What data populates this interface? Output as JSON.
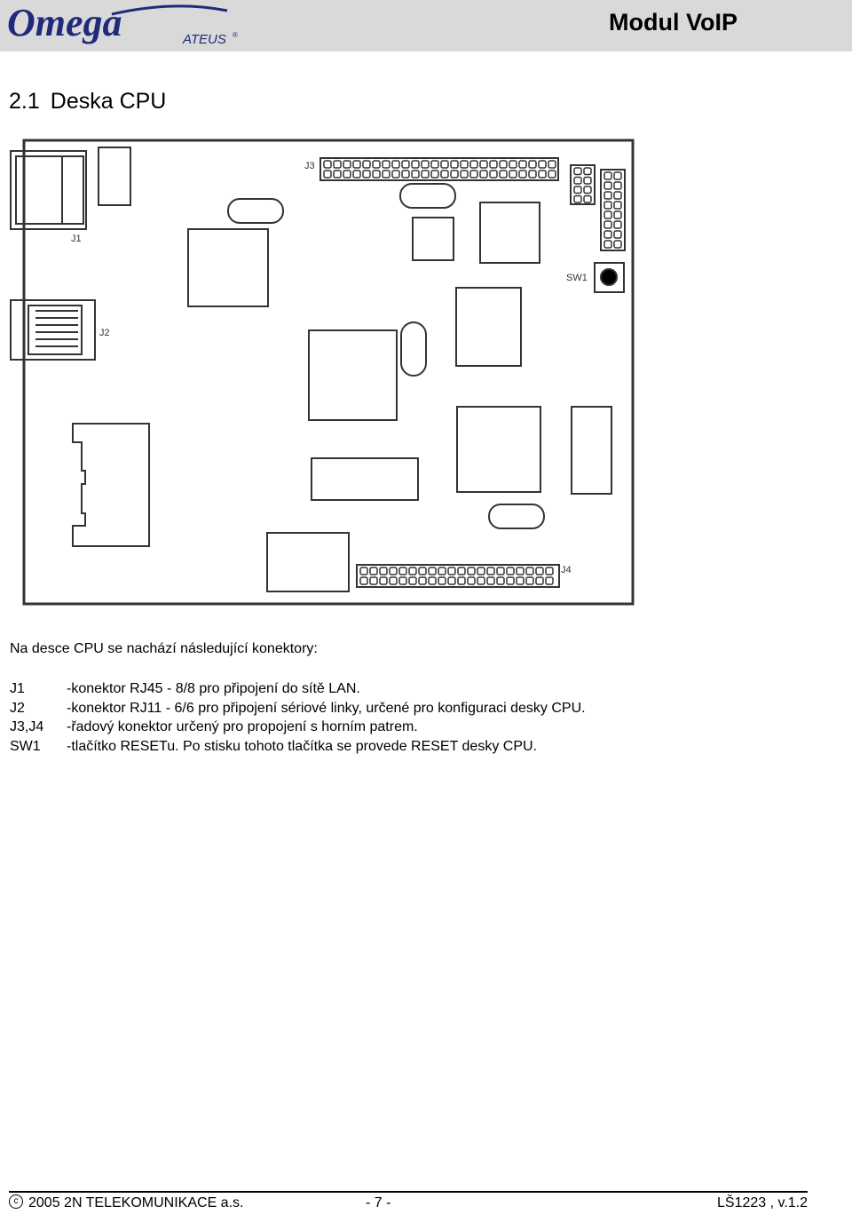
{
  "header": {
    "logo_text": "Omega",
    "logo_subtext": "ATEUS",
    "logo_mark": "®",
    "title": "Modul VoIP"
  },
  "section": {
    "number": "2.1",
    "title": "Deska CPU"
  },
  "board": {
    "labels": {
      "j1": "J1",
      "j2": "J2",
      "j3": "J3",
      "j4": "J4",
      "sw1": "SW1"
    }
  },
  "intro": "Na desce CPU se nachází následující konektory:",
  "connectors": [
    {
      "id": "J1",
      "desc": "-konektor RJ45 - 8/8 pro připojení do sítě LAN."
    },
    {
      "id": "J2",
      "desc": "-konektor RJ11 - 6/6 pro připojení sériové linky, určené pro konfiguraci desky CPU."
    },
    {
      "id": "J3,J4",
      "desc": "-řadový konektor určený pro propojení s horním patrem."
    },
    {
      "id": "SW1",
      "desc": "-tlačítko RESETu. Po stisku tohoto tlačítka se provede RESET desky CPU."
    }
  ],
  "footer": {
    "copyright": "2005 2N TELEKOMUNIKACE a.s.",
    "page": "- 7 -",
    "doc_version": "LŠ1223 , v.1.2"
  }
}
